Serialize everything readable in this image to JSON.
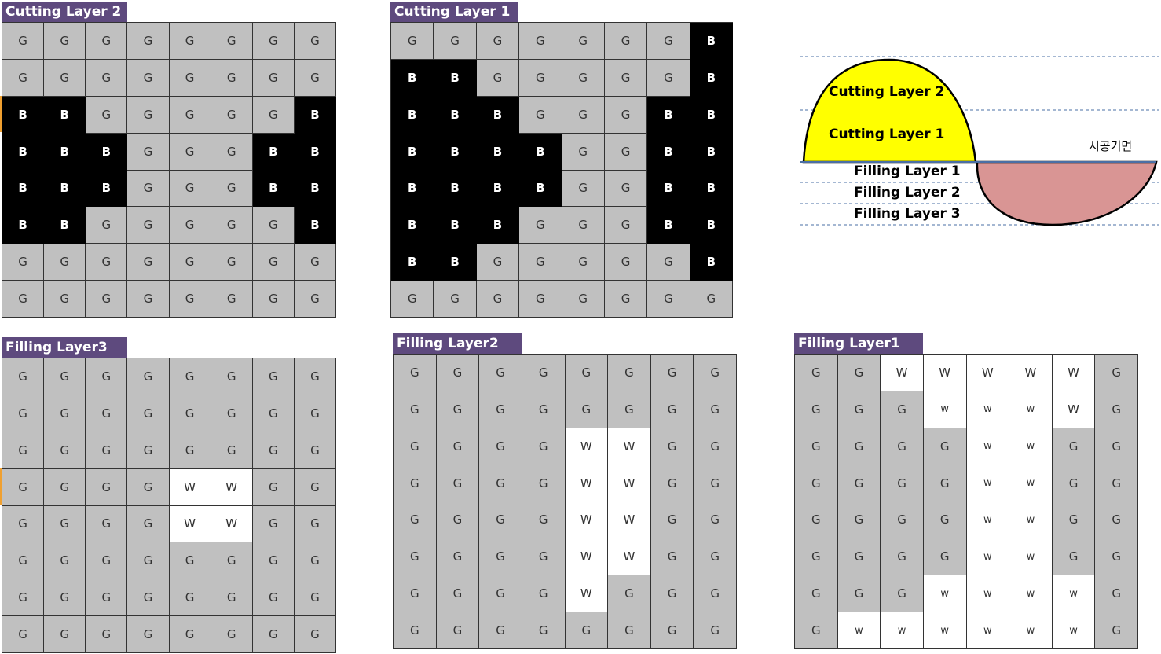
{
  "panels": [
    {
      "id": "cutting-layer-2",
      "title": "Cutting Layer 2",
      "rows": [
        "GGGGGGGG",
        "GGGGGGGG",
        "BBGGGGGB",
        "BBBGGGBB",
        "BBBGGGBB",
        "BBGGGGGB",
        "GGGGGGGG",
        "GGGGGGGG"
      ]
    },
    {
      "id": "cutting-layer-1",
      "title": "Cutting Layer 1",
      "rows": [
        "GGGGGGGB",
        "BBGGGGGB",
        "BBBGGGBB",
        "BBBBGGBB",
        "BBBBGGBB",
        "BBBGGGBB",
        "BBGGGGGB",
        "GGGGGGGG"
      ]
    },
    {
      "id": "filling-layer-3",
      "title": "Filling Layer3",
      "rows": [
        "GGGGGGGG",
        "GGGGGGGG",
        "GGGGGGGG",
        "GGGGWWGG",
        "GGGGWWGG",
        "GGGGGGGG",
        "GGGGGGGG",
        "GGGGGGGG"
      ]
    },
    {
      "id": "filling-layer-2",
      "title": "Filling Layer2",
      "rows": [
        "GGGGGGGG",
        "GGGGGGGG",
        "GGGGWWGG",
        "GGGGWWGG",
        "GGGGWWGG",
        "GGGGWWGG",
        "GGGGWGGG",
        "GGGGGGGG"
      ]
    },
    {
      "id": "filling-layer-1",
      "title": "Filling Layer1",
      "rows": [
        "GGWWWWWG",
        "GGGwwwWG",
        "GGGGwwGG",
        "GGGGwwGG",
        "GGGGwwGG",
        "GGGGwwGG",
        "GGGwwwwG",
        "GwwwwwwG"
      ]
    }
  ],
  "diagram": {
    "cut_labels": [
      "Cutting Layer 2",
      "Cutting Layer 1"
    ],
    "fill_labels": [
      "Filling Layer 1",
      "Filling Layer 2",
      "Filling Layer 3"
    ],
    "ground_label": "시공기면",
    "colors": {
      "cut": "#ffff00",
      "fill": "#d99594",
      "guide": "#4a6fa5",
      "header": "#5e4a7e",
      "cell_gray": "#c0c0c0",
      "cell_black": "#000000",
      "cell_white": "#ffffff"
    }
  }
}
